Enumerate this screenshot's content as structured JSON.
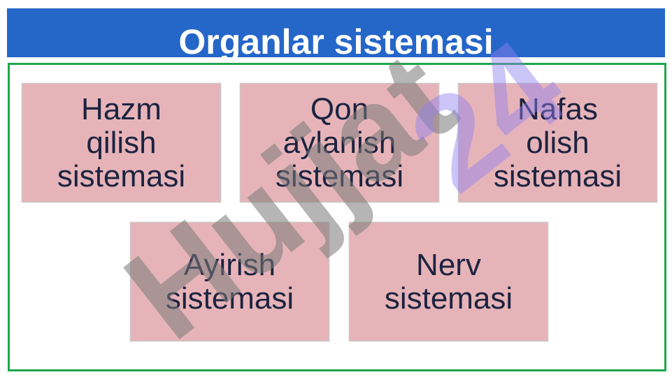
{
  "slide": {
    "title": "Organlar sistemasi",
    "cards": [
      "Hazm\nqilish\nsistemasi",
      "Qon\naylanish\nsistemasi",
      "Nafas\nolish\nsistemasi",
      "Ayirish\nsistemasi",
      "Nerv\nsistemasi"
    ]
  },
  "watermark": {
    "text": "Hujjat 24"
  },
  "colors": {
    "title_bar": "#2566c9",
    "frame_border": "#1fa64a",
    "card_fill": "#e6b4b8",
    "card_text": "#1c2340"
  }
}
